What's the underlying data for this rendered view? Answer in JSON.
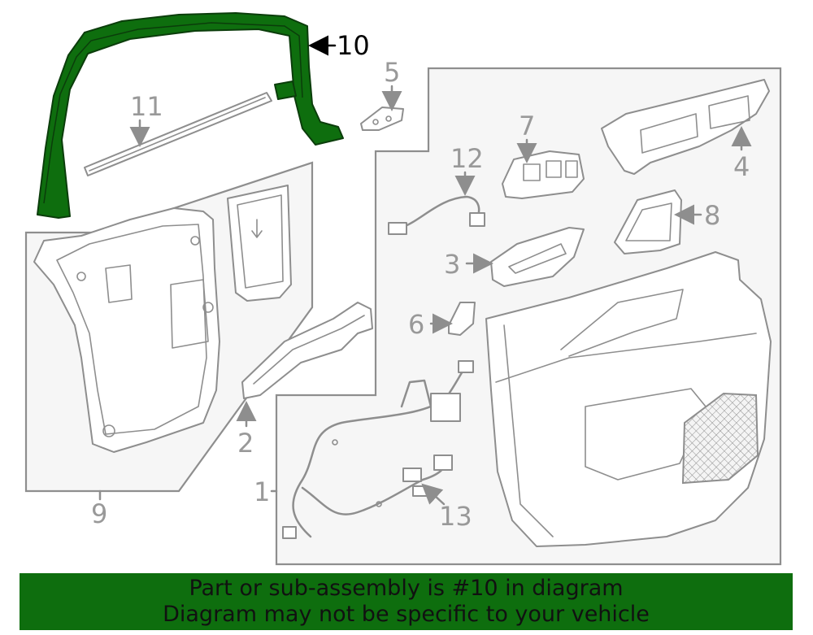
{
  "callouts": {
    "c1": "1",
    "c2": "2",
    "c3": "3",
    "c4": "4",
    "c5": "5",
    "c6": "6",
    "c7": "7",
    "c8": "8",
    "c9": "9",
    "c10": "10",
    "c11": "11",
    "c12": "12",
    "c13": "13"
  },
  "banner": {
    "line1": "Part or sub-assembly is #10 in diagram",
    "line2": "Diagram may not be specific to your vehicle"
  },
  "colors": {
    "highlight": "#0e6e0e",
    "line_art": "#8e8e8e",
    "callout_text": "#999999"
  }
}
